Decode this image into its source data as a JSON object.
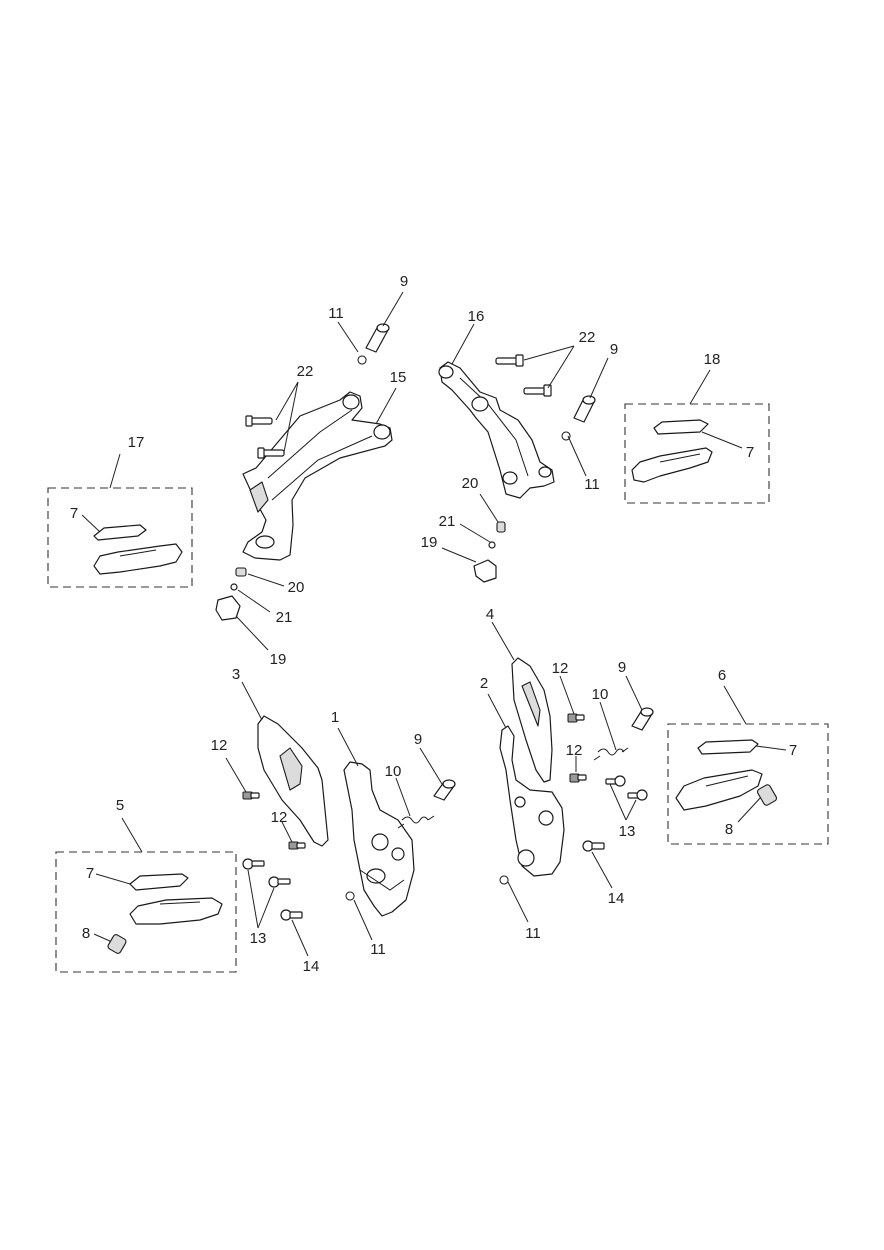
{
  "diagram": {
    "callouts": {
      "top_left": {
        "c9": "9",
        "c11": "11",
        "c22": "22",
        "c15": "15",
        "c17": "17",
        "c7": "7",
        "c20": "20",
        "c21": "21",
        "c19": "19"
      },
      "top_right": {
        "c16": "16",
        "c22": "22",
        "c9": "9",
        "c18": "18",
        "c7": "7",
        "c11": "11",
        "c20": "20",
        "c21": "21",
        "c19": "19"
      },
      "bottom_left": {
        "c3": "3",
        "c1": "1",
        "c12a": "12",
        "c10": "10",
        "c9": "9",
        "c12b": "12",
        "c5": "5",
        "c7": "7",
        "c8": "8",
        "c13": "13",
        "c14": "14",
        "c11": "11"
      },
      "bottom_right": {
        "c4": "4",
        "c2": "2",
        "c12a": "12",
        "c9": "9",
        "c10": "10",
        "c12b": "12",
        "c6": "6",
        "c7": "7",
        "c13": "13",
        "c8": "8",
        "c14": "14",
        "c11": "11"
      }
    }
  }
}
